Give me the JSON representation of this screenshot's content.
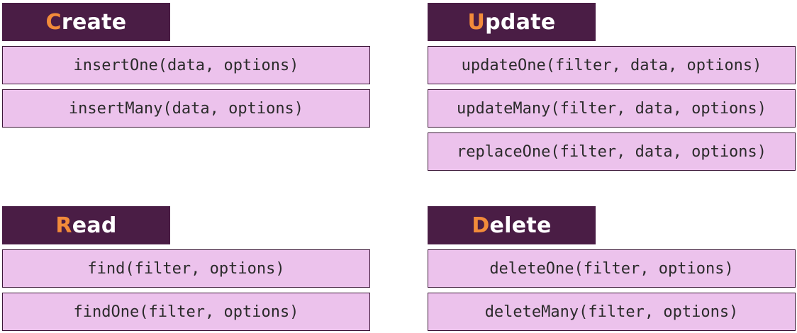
{
  "colors": {
    "header_bg": "#4a1d45",
    "header_text": "#ffffff",
    "accent_letter": "#f28b3a",
    "method_bg": "#ecc2ec",
    "method_border": "#3c1638",
    "method_text": "#2b2b2b"
  },
  "groups": [
    {
      "id": "create",
      "title_initial": "C",
      "title_rest": "reate",
      "methods": [
        "insertOne(data, options)",
        "insertMany(data, options)"
      ]
    },
    {
      "id": "update",
      "title_initial": "U",
      "title_rest": "pdate",
      "methods": [
        "updateOne(filter, data, options)",
        "updateMany(filter, data, options)",
        "replaceOne(filter, data, options)"
      ]
    },
    {
      "id": "read",
      "title_initial": "R",
      "title_rest": "ead",
      "methods": [
        "find(filter, options)",
        "findOne(filter, options)"
      ]
    },
    {
      "id": "delete",
      "title_initial": "D",
      "title_rest": "elete",
      "methods": [
        "deleteOne(filter, options)",
        "deleteMany(filter, options)"
      ]
    }
  ]
}
